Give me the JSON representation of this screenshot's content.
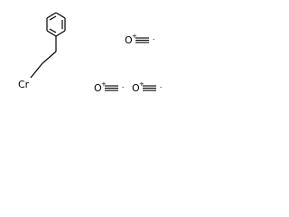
{
  "structure": {
    "benzyl_fragment": {
      "metal_label": "Cr"
    },
    "carbonyls": [
      {
        "oxygen_label": "O",
        "oxygen_charge": "+",
        "carbon_charge": "-"
      },
      {
        "oxygen_label": "O",
        "oxygen_charge": "+",
        "carbon_charge": "-"
      },
      {
        "oxygen_label": "O",
        "oxygen_charge": "+",
        "carbon_charge": "-"
      }
    ]
  },
  "colors": {
    "bond": "#000000",
    "text": "#000000",
    "background": "#ffffff"
  }
}
